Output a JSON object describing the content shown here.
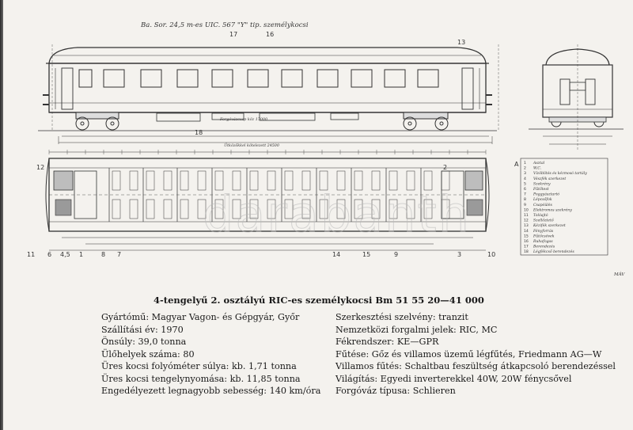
{
  "drawing": {
    "title": "Ba. Sor. 24,5 m-es UIC. 567 \"Y\" tip. személykocsi",
    "length_labels": [
      "Forgóvázcsap köz 17000",
      "Ütközőkkel kötelezett 24500"
    ],
    "callouts": [
      "17",
      "16",
      "13",
      "18",
      "12",
      "2",
      "11",
      "6",
      "4,5",
      "1",
      "8",
      "7",
      "14",
      "15",
      "9",
      "3",
      "10",
      "A"
    ],
    "legend": [
      {
        "num": "1",
        "text": "Asztal"
      },
      {
        "num": "2",
        "text": "W.C."
      },
      {
        "num": "3",
        "text": "Vízöblítés és kézmosó tartály"
      },
      {
        "num": "4",
        "text": "Vészfék szerkezet"
      },
      {
        "num": "5",
        "text": "Szekrény"
      },
      {
        "num": "6",
        "text": "Fűtőtest"
      },
      {
        "num": "7",
        "text": "Poggyásztartó"
      },
      {
        "num": "8",
        "text": "Lépcsőfok"
      },
      {
        "num": "9",
        "text": "Csapóülés"
      },
      {
        "num": "10",
        "text": "Elektromos szekrény"
      },
      {
        "num": "11",
        "text": "Tolóajtó"
      },
      {
        "num": "12",
        "text": "Szellőztető"
      },
      {
        "num": "13",
        "text": "Kézifék szerkezet"
      },
      {
        "num": "14",
        "text": "Fényforrás"
      },
      {
        "num": "15",
        "text": "Fűtőcsövek"
      },
      {
        "num": "16",
        "text": "Ruhafogas"
      },
      {
        "num": "17",
        "text": "Berendezés"
      },
      {
        "num": "18",
        "text": "Légfékcső berendezés"
      }
    ],
    "corner_mark": "MÁV"
  },
  "watermark": "darabanth",
  "caption": "4-tengelyű 2. osztályú RIC-es személykocsi Bm 51 55 20—41 000",
  "specs_left": [
    "Gyártómű: Magyar Vagon- és Gépgyár, Győr",
    "Szállítási év: 1970",
    "Önsúly: 39,0 tonna",
    "Ülőhelyek száma: 80",
    "Üres kocsi folyóméter súlya: kb. 1,71 tonna",
    "Üres kocsi tengelynyomása: kb. 11,85 tonna",
    "Engedélyezett legnagyobb sebesség: 140 km/óra"
  ],
  "specs_right": [
    "Szerkesztési szelvény: tranzit",
    "Nemzetközi forgalmi jelek: RIC, MC",
    "Fékrendszer: KE—GPR",
    "Fűtése: Gőz és villamos üzemű légfűtés, Friedmann AG—W",
    "Villamos fűtés: Schaltbau feszültség átkapcsoló berendezéssel",
    "Világítás: Egyedi inverterekkel 40W, 20W fénycsővel",
    "Forgóváz típusa: Schlieren"
  ]
}
